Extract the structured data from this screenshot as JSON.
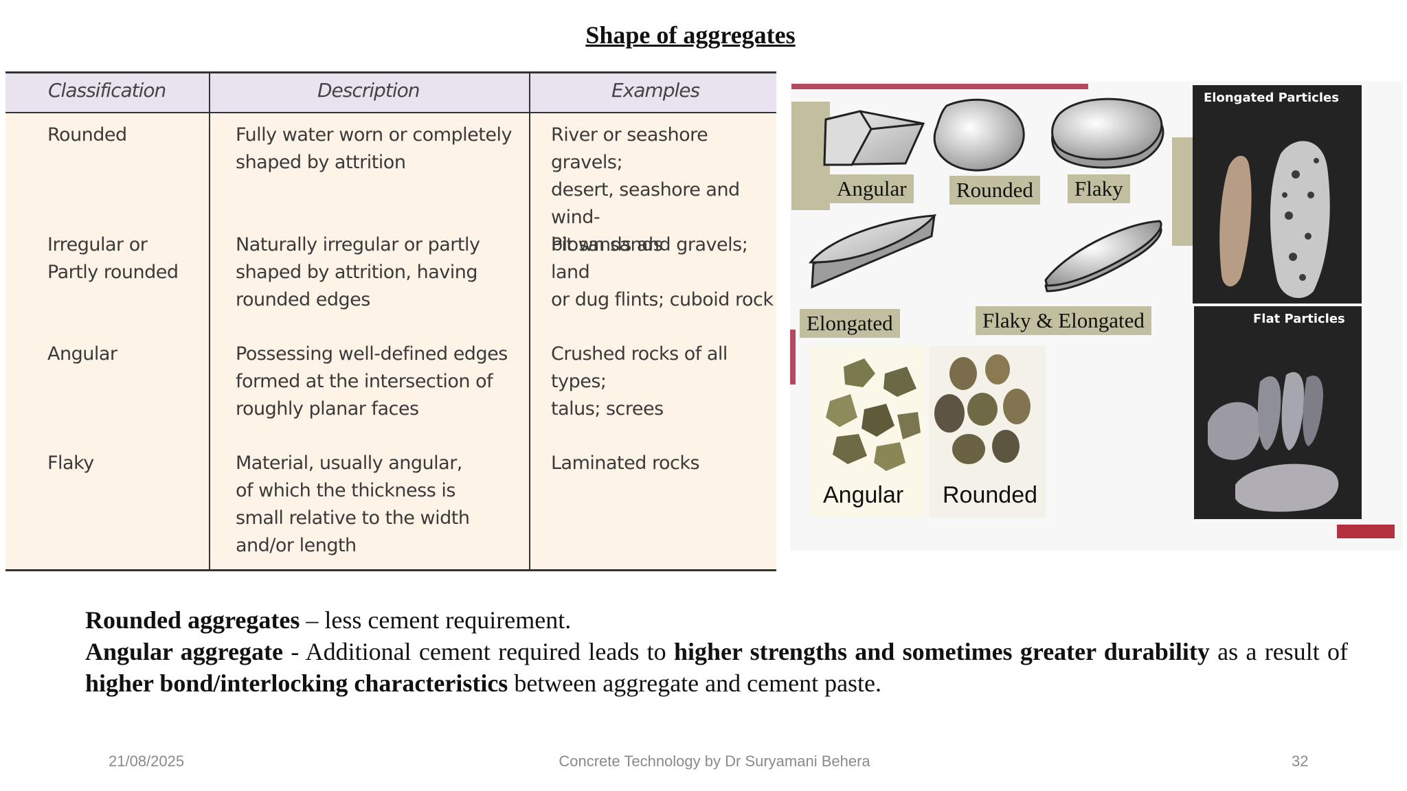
{
  "slide": {
    "title": "Shape of aggregates",
    "table": {
      "headers": [
        "Classification",
        "Description",
        "Examples"
      ],
      "rows": [
        [
          "Rounded",
          "Fully water worn or completely\nshaped by attrition",
          "River or seashore gravels;\ndesert, seashore and wind-\nblown sands"
        ],
        [
          "Irregular or\nPartly rounded",
          "Naturally irregular or partly\nshaped by attrition, having\nrounded edges",
          "Pit sands and gravels; land\nor dug flints; cuboid rock"
        ],
        [
          "Angular",
          "Possessing well-defined edges\nformed at the intersection of\nroughly planar faces",
          "Crushed rocks of all types;\ntalus; screes"
        ],
        [
          "Flaky",
          "Material, usually angular,\nof which the thickness is\nsmall relative to the width\nand/or length",
          "Laminated rocks"
        ]
      ]
    },
    "illustration": {
      "shape_labels": [
        "Angular",
        "Rounded",
        "Flaky",
        "Elongated",
        "Flaky & Elongated"
      ],
      "photo_labels": [
        "Angular",
        "Rounded"
      ],
      "elongated_caption": "Elongated Particles",
      "flat_caption": "Flat Particles"
    },
    "text": {
      "l1_b": "Rounded aggregates",
      "l1_r": " – less cement requirement.",
      "l2_b1": "Angular aggregate",
      "l2_r1": " - Additional cement required leads to ",
      "l2_b2": "higher strengths and sometimes greater durability",
      "l2_r2": " as a result of ",
      "l2_b3": "higher bond/interlocking characteristics",
      "l2_r3": " between aggregate and cement paste."
    },
    "footer": {
      "date": "21/08/2025",
      "center": "Concrete Technology by Dr Suryamani Behera",
      "page": "32"
    }
  }
}
